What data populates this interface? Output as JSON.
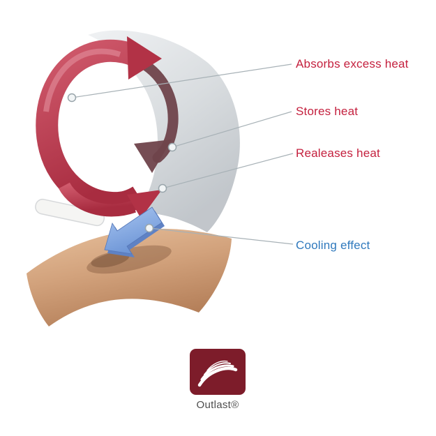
{
  "labels": {
    "absorbs": {
      "text": "Absorbs excess heat",
      "color": "#c4203e"
    },
    "stores": {
      "text": "Stores heat",
      "color": "#c4203e"
    },
    "releases": {
      "text": "Realeases heat",
      "color": "#c4203e"
    },
    "cooling": {
      "text": "Cooling effect",
      "color": "#2f79bd"
    }
  },
  "logo": {
    "brand": "Outlast®",
    "background": "#7d1c2a"
  },
  "colors": {
    "heat_label": "#c4203e",
    "cooling_label": "#2f79bd",
    "ring_red": "#c24054",
    "dark_arrow": "#6f434b",
    "fabric_gray": "#d9dde0",
    "skin_tan": "#d2a27c",
    "cooling_arrow_blue": "#7fa6e0",
    "leader_line": "#a7b1b6"
  }
}
